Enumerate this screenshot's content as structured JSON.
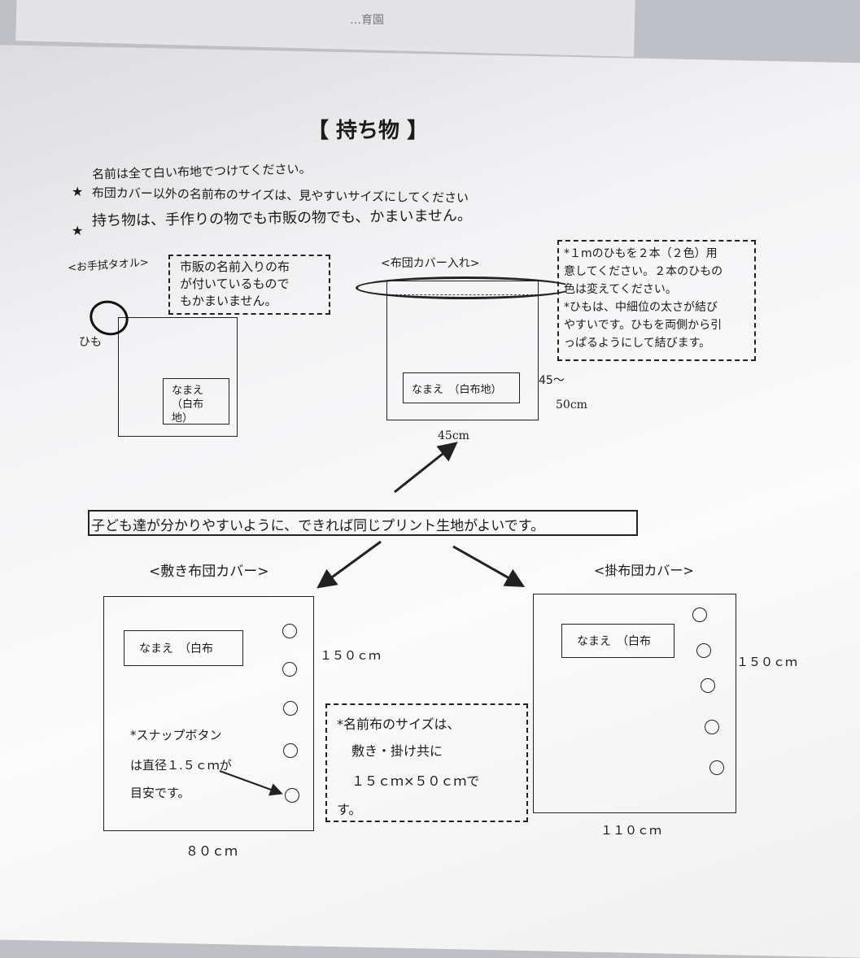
{
  "back_sheet_text": "…育園",
  "title": "【 持ち物 】",
  "notes": {
    "star": "★",
    "line1": "名前は全て白い布地でつけてください。",
    "line2": "布団カバー以外の名前布のサイズは、見やすいサイズにしてください",
    "line3": "持ち物は、手作りの物でも市販の物でも、かまいません。"
  },
  "towel": {
    "label": "<お手拭タオル>",
    "note": [
      "市販の名前入りの布",
      "が付いているもので",
      "もかまいません。"
    ],
    "string_label": "ひも",
    "name_tag": [
      "なまえ",
      "（白布",
      "地）"
    ]
  },
  "bag": {
    "label": "<布団カバー入れ>",
    "name_tag": "なまえ　（白布地）",
    "height": "45～",
    "height2": "50cm",
    "width": "45cm",
    "note": [
      "*１mのひもを２本（２色）用",
      "意してください。２本のひもの",
      "色は変えてください。",
      "*ひもは、中細位の太さが結び",
      "やすいです。ひもを両側から引",
      "っぱるようにして結びます。"
    ]
  },
  "print_note": "子ども達が分かりやすいように、できれば同じプリント生地がよいです。",
  "shiki": {
    "label": "<敷き布団カバー>",
    "name_tag": "なまえ　（白布",
    "height": "１５０ｃｍ",
    "width": "８０ｃｍ",
    "snap_note": [
      "*スナップボタン",
      "は直径１.５ｃｍが",
      "目安です。"
    ]
  },
  "size_note": [
    "*名前布のサイズは、",
    "敷き・掛け共に",
    "１５ｃｍ×５０ｃｍで",
    "す。"
  ],
  "kake": {
    "label": "<掛布団カバー>",
    "name_tag": "なまえ　（白布",
    "height": "１５０ｃｍ",
    "width": "１１０ｃｍ"
  }
}
